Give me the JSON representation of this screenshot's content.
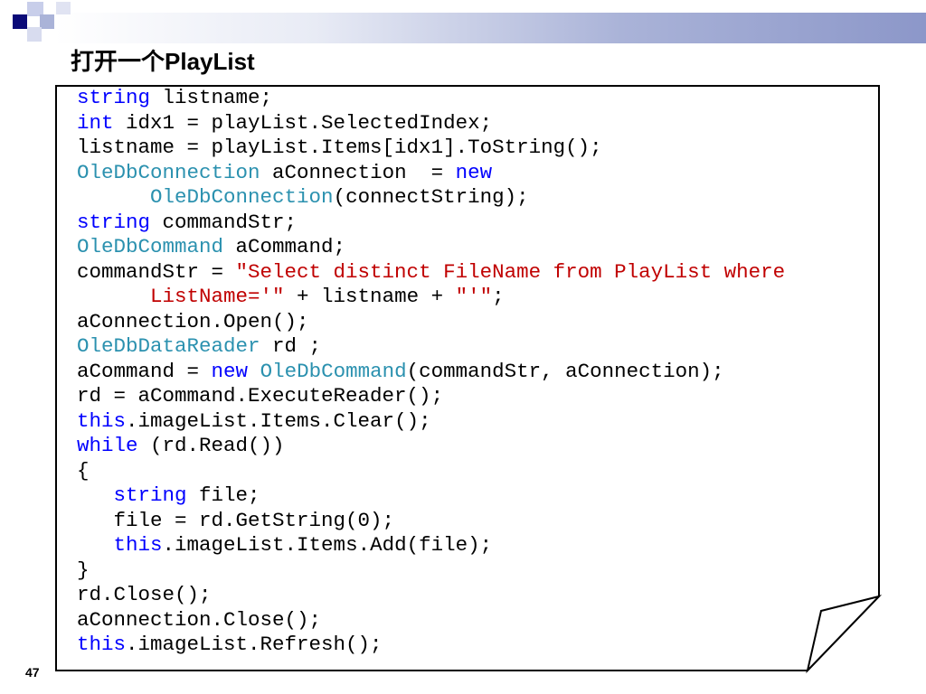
{
  "slide": {
    "title": "打开一个PlayList",
    "page_number": "47"
  },
  "colors": {
    "keyword": "#0000ff",
    "type": "#2b91af",
    "string": "#c00000",
    "plain": "#000000",
    "header_accent": "#8c97c9"
  },
  "code": {
    "lines": [
      [
        {
          "t": "string",
          "c": "kw"
        },
        {
          "t": " listname;",
          "c": "pl"
        }
      ],
      [
        {
          "t": "int",
          "c": "kw"
        },
        {
          "t": " idx1 = playList.SelectedIndex;",
          "c": "pl"
        }
      ],
      [
        {
          "t": "listname = playList.Items[idx1].ToString();",
          "c": "pl"
        }
      ],
      [
        {
          "t": "OleDbConnection",
          "c": "ty"
        },
        {
          "t": " aConnection  = ",
          "c": "pl"
        },
        {
          "t": "new",
          "c": "kw"
        }
      ],
      [
        {
          "t": "      ",
          "c": "pl"
        },
        {
          "t": "OleDbConnection",
          "c": "ty"
        },
        {
          "t": "(connectString);",
          "c": "pl"
        }
      ],
      [
        {
          "t": "string",
          "c": "kw"
        },
        {
          "t": " commandStr;",
          "c": "pl"
        }
      ],
      [
        {
          "t": "OleDbCommand",
          "c": "ty"
        },
        {
          "t": " aCommand;",
          "c": "pl"
        }
      ],
      [
        {
          "t": "commandStr = ",
          "c": "pl"
        },
        {
          "t": "\"Select distinct FileName from PlayList where",
          "c": "st"
        }
      ],
      [
        {
          "t": "      ",
          "c": "pl"
        },
        {
          "t": "ListName='\"",
          "c": "st"
        },
        {
          "t": " + listname + ",
          "c": "pl"
        },
        {
          "t": "\"'\"",
          "c": "st"
        },
        {
          "t": ";",
          "c": "pl"
        }
      ],
      [
        {
          "t": "aConnection.Open();",
          "c": "pl"
        }
      ],
      [
        {
          "t": "OleDbDataReader",
          "c": "ty"
        },
        {
          "t": " rd ;",
          "c": "pl"
        }
      ],
      [
        {
          "t": "aCommand = ",
          "c": "pl"
        },
        {
          "t": "new",
          "c": "kw"
        },
        {
          "t": " ",
          "c": "pl"
        },
        {
          "t": "OleDbCommand",
          "c": "ty"
        },
        {
          "t": "(commandStr, aConnection);",
          "c": "pl"
        }
      ],
      [
        {
          "t": "rd = aCommand.ExecuteReader();",
          "c": "pl"
        }
      ],
      [
        {
          "t": "this",
          "c": "kw"
        },
        {
          "t": ".imageList.Items.Clear();",
          "c": "pl"
        }
      ],
      [
        {
          "t": "while",
          "c": "kw"
        },
        {
          "t": " (rd.Read())",
          "c": "pl"
        }
      ],
      [
        {
          "t": "{",
          "c": "pl"
        }
      ],
      [
        {
          "t": "   ",
          "c": "pl"
        },
        {
          "t": "string",
          "c": "kw"
        },
        {
          "t": " file;",
          "c": "pl"
        }
      ],
      [
        {
          "t": "   file = rd.GetString(0);",
          "c": "pl"
        }
      ],
      [
        {
          "t": "   ",
          "c": "pl"
        },
        {
          "t": "this",
          "c": "kw"
        },
        {
          "t": ".imageList.Items.Add(file);",
          "c": "pl"
        }
      ],
      [
        {
          "t": "}",
          "c": "pl"
        }
      ],
      [
        {
          "t": "rd.Close();",
          "c": "pl"
        }
      ],
      [
        {
          "t": "aConnection.Close();",
          "c": "pl"
        }
      ],
      [
        {
          "t": "this",
          "c": "kw"
        },
        {
          "t": ".imageList.Refresh();",
          "c": "pl"
        }
      ]
    ]
  }
}
